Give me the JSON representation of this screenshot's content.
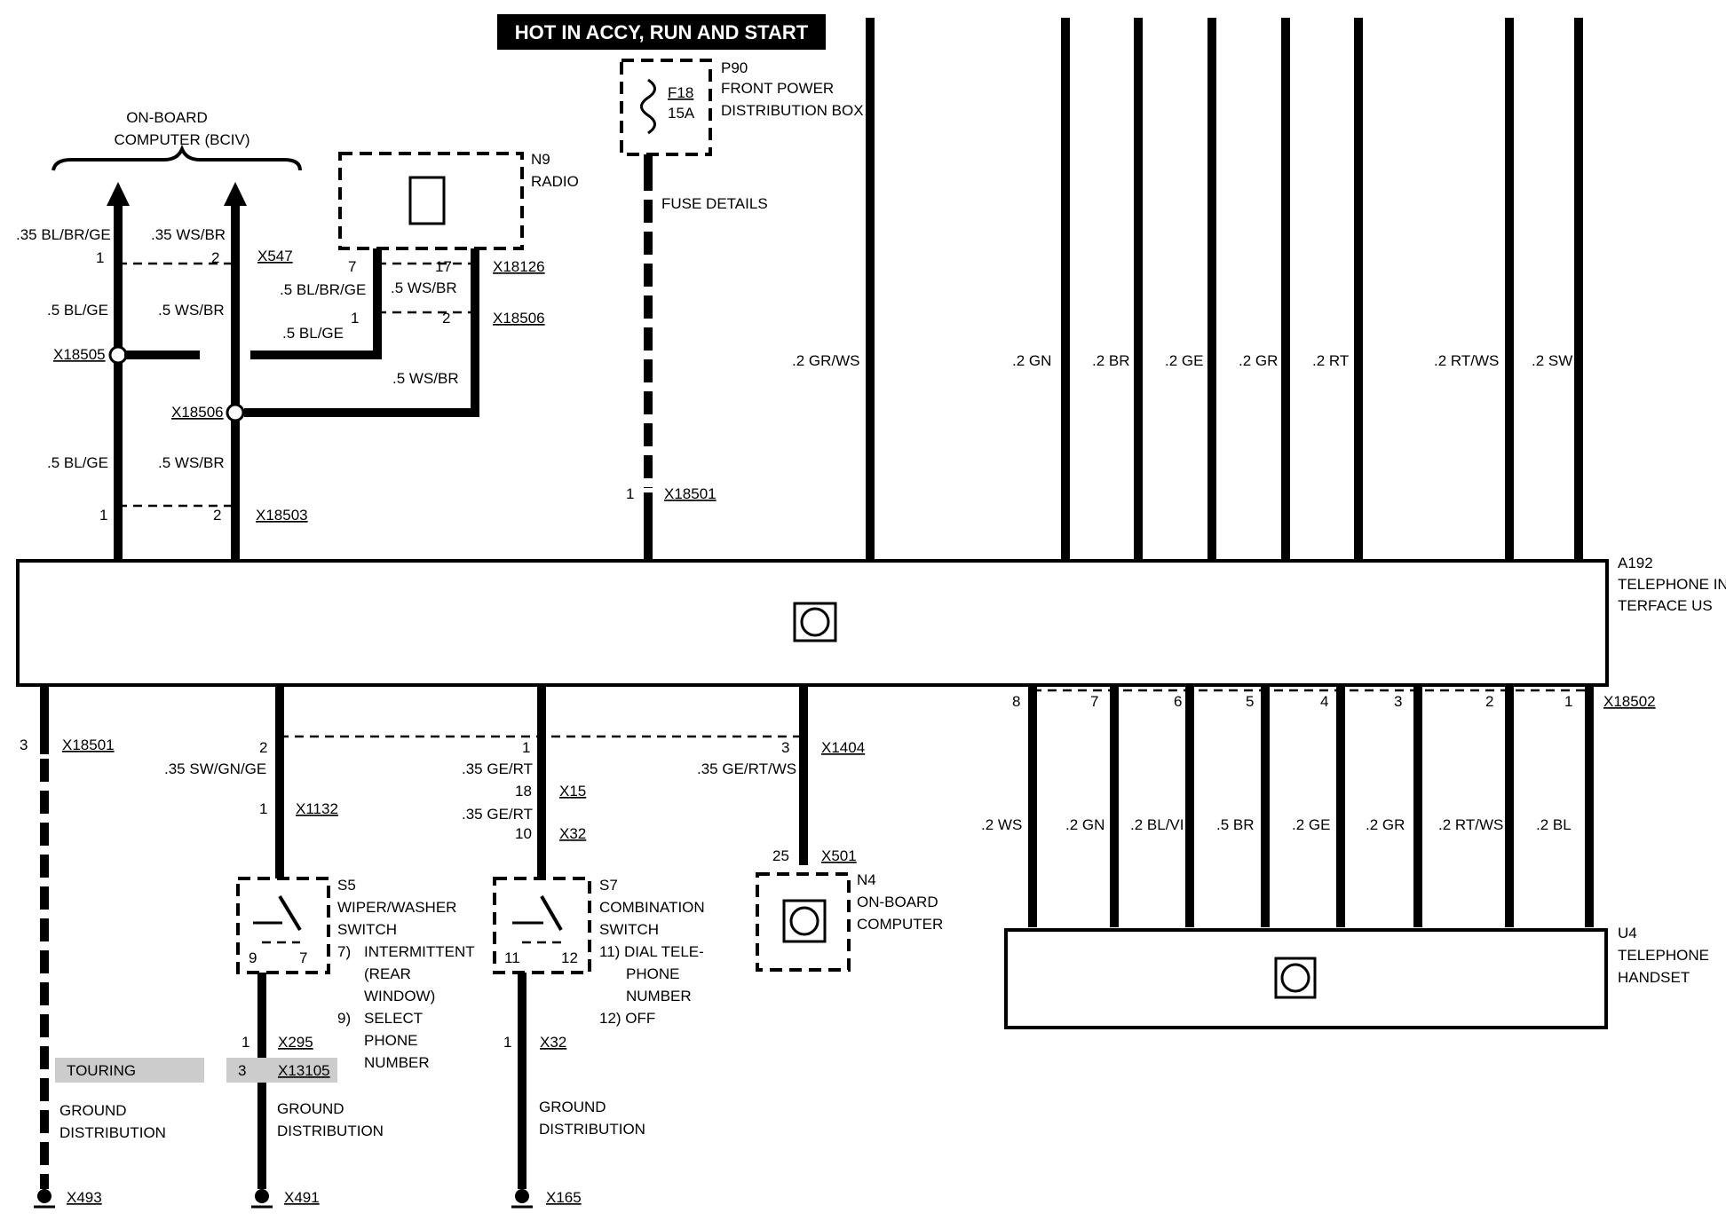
{
  "header": "HOT IN ACCY, RUN AND START",
  "components": {
    "bciv_title": [
      "ON-BOARD",
      "COMPUTER (BCIV)"
    ],
    "radio": [
      "N9",
      "RADIO"
    ],
    "p90": [
      "P90",
      "FRONT POWER",
      "DISTRIBUTION BOX"
    ],
    "fuse": [
      "F18",
      "15A"
    ],
    "fuse_details": "FUSE DETAILS",
    "a192": [
      "A192",
      "TELEPHONE IN-",
      "TERFACE US"
    ],
    "s5": [
      "S5",
      "WIPER/WASHER",
      "SWITCH",
      "7)",
      "INTERMITTENT",
      "(REAR",
      "WINDOW)",
      "9)",
      "SELECT",
      "PHONE",
      "NUMBER"
    ],
    "s7": [
      "S7",
      "COMBINATION",
      "SWITCH",
      "11) DIAL TELE-",
      "PHONE",
      "NUMBER",
      "12) OFF"
    ],
    "n4": [
      "N4",
      "ON-BOARD",
      "COMPUTER"
    ],
    "u4": [
      "U4",
      "TELEPHONE",
      "HANDSET"
    ],
    "ground": [
      "GROUND",
      "DISTRIBUTION"
    ],
    "touring": "TOURING"
  },
  "connectors": [
    "X547",
    "X18126",
    "X18506",
    "X18505",
    "X18506",
    "X18503",
    "X18501",
    "X18501",
    "X1404",
    "X1132",
    "X15",
    "X32",
    "X501",
    "X295",
    "X13105",
    "X32",
    "X493",
    "X491",
    "X165",
    "X18502"
  ],
  "wires_top_left": [
    ".35 BL/BR/GE",
    ".35 WS/BR",
    ".5 BL/GE",
    ".5 WS/BR",
    ".5 BL/BR/GE",
    ".5 WS/BR",
    ".5 BL/GE",
    ".5 WS/BR",
    ".5 BL/GE",
    ".5 WS/BR"
  ],
  "wires_top_right": [
    ".2 GR/WS",
    ".2 GN",
    ".2 BR",
    ".2 GE",
    ".2 GR",
    ".2 RT",
    ".2 RT/WS",
    ".2 SW"
  ],
  "wires_bottom": [
    ".35 SW/GN/GE",
    ".35 GE/RT",
    ".35 GE/RT",
    ".35 GE/RT/WS"
  ],
  "wires_handset": [
    ".2 WS",
    ".2 GN",
    ".2 BL/VI",
    ".5 BR",
    ".2 GE",
    ".2 GR",
    ".2 RT/WS",
    ".2 BL"
  ],
  "handset_pins": [
    "8",
    "7",
    "6",
    "5",
    "4",
    "3",
    "2",
    "1"
  ],
  "pins": [
    "1",
    "2",
    "7",
    "17",
    "1",
    "2",
    "1",
    "2",
    "1",
    "3",
    "2",
    "1",
    "3",
    "1",
    "18",
    "10",
    "25",
    "9",
    "7",
    "11",
    "12",
    "1",
    "3",
    "1"
  ]
}
